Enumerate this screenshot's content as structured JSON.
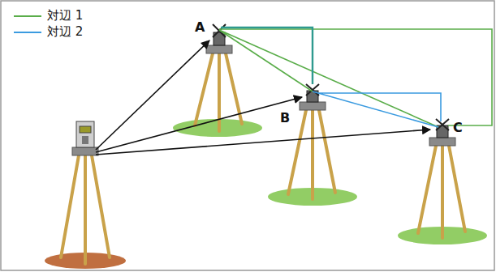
{
  "diagram": {
    "labels": [
      "A",
      "B",
      "C"
    ],
    "legend": [
      {
        "text": "対辺 1"
      },
      {
        "text": "対辺 2"
      }
    ]
  }
}
